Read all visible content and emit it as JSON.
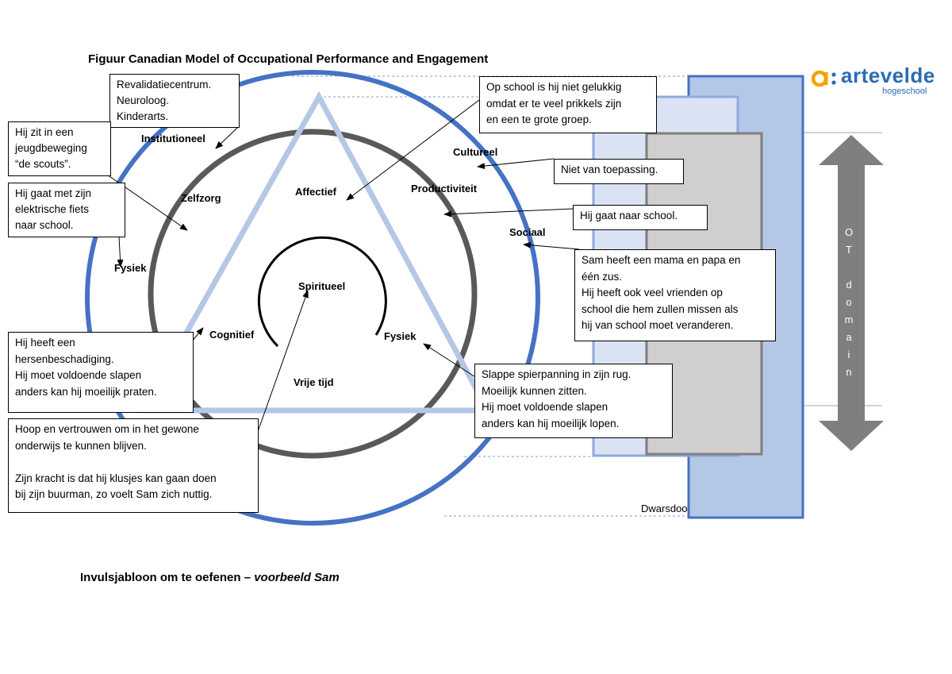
{
  "header": {
    "title": "Figuur Canadian Model of Occupational Performance and Engagement",
    "subtitle_plain": "Invulsjabloon om te oefenen – ",
    "subtitle_italic": "voorbeeld Sam"
  },
  "logo": {
    "name": "artevelde",
    "sub": "hogeschool",
    "accent": "#f4a300",
    "brand": "#2a6bb5"
  },
  "model_labels": {
    "institutioneel": "Institutioneel",
    "zelfzorg": "Zelfzorg",
    "affectief": "Affectief",
    "productiviteit": "Productiviteit",
    "cultureel": "Cultureel",
    "sociaal": "Sociaal",
    "fysiek_outer": "Fysiek",
    "spiritueel": "Spiritueel",
    "cognitief": "Cognitief",
    "fysiek_inner": "Fysiek",
    "vrije_tijd": "Vrije tijd"
  },
  "side_panel": {
    "domain_letters": [
      "O",
      "T",
      "",
      "d",
      "o",
      "m",
      "a",
      "i",
      "n"
    ],
    "dwarsdoorsnede": "Dwarsdoorsnede"
  },
  "notes": {
    "institutional": [
      "Revalidatiecentrum.",
      "Neuroloog.",
      "Kinderarts."
    ],
    "scouts": [
      "Hij zit in een",
      "jeugdbeweging",
      "“de scouts”."
    ],
    "fiets": [
      "Hij gaat met zijn",
      "elektrische fiets",
      "naar school."
    ],
    "hersen": [
      "Hij heeft een",
      "hersenbeschadiging.",
      "Hij moet voldoende slapen",
      "anders kan hij moeilijk praten."
    ],
    "hoop": [
      "Hoop en vertrouwen om in het gewone",
      "onderwijs te kunnen blijven.",
      "",
      "Zijn kracht is dat hij klusjes kan gaan doen",
      "bij zijn buurman, zo voelt Sam zich nuttig."
    ],
    "school": [
      "Op school is hij niet gelukkig",
      "omdat er te veel prikkels zijn",
      "en een te grote groep."
    ],
    "cultureel": [
      "Niet van toepassing."
    ],
    "productief": [
      "Hij gaat naar school."
    ],
    "sociaal": [
      "Sam heeft een mama en papa en",
      "één zus.",
      "Hij heeft ook veel vrienden op",
      "school die hem zullen missen als",
      "hij van school moet veranderen."
    ],
    "fysiek": [
      "Slappe spierpanning in zijn rug.",
      "Moeilijk kunnen zitten.",
      "Hij moet voldoende slapen",
      "anders kan hij moeilijk lopen."
    ]
  },
  "colors": {
    "outer_circle": "#4472c4",
    "middle_circle": "#595959",
    "triangle": "#b4c7e7",
    "panel_blue": "#b4c7e7",
    "panel_light": "#dae3f3",
    "panel_gray": "#d0cece",
    "arrow_gray": "#7f7f7f"
  }
}
